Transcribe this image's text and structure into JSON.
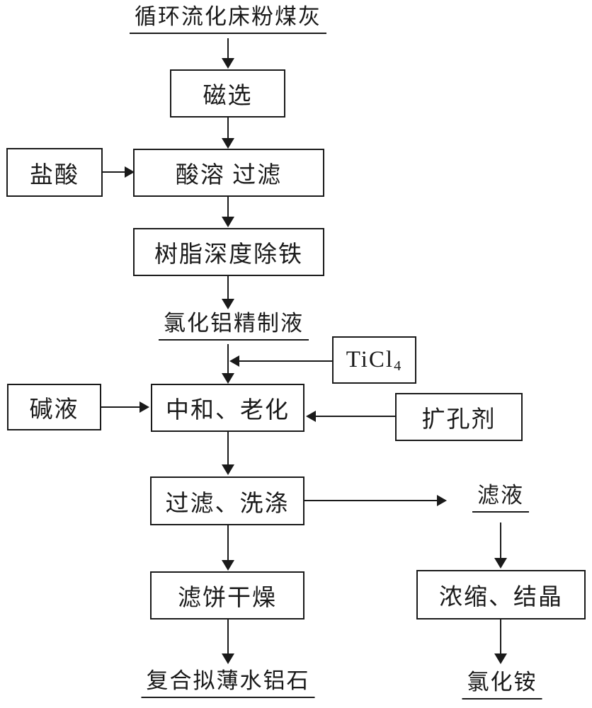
{
  "nodes": {
    "source": "循环流化床粉煤灰",
    "magnetic": "磁选",
    "hcl": "盐酸",
    "acid": "酸溶 过滤",
    "resin": "树脂深度除铁",
    "refined": "氯化铝精制液",
    "ticl4_base": "TiCl",
    "ticl4_sub": "4",
    "alkali": "碱液",
    "neutralize": "中和、老化",
    "pore": "扩孔剂",
    "filter_wash": "过滤、洗涤",
    "filtrate": "滤液",
    "cake_dry": "滤饼干燥",
    "concentrate": "浓缩、结晶",
    "product_left": "复合拟薄水铝石",
    "product_right": "氯化铵"
  },
  "colors": {
    "line": "#1a1a1a",
    "background": "#ffffff"
  }
}
